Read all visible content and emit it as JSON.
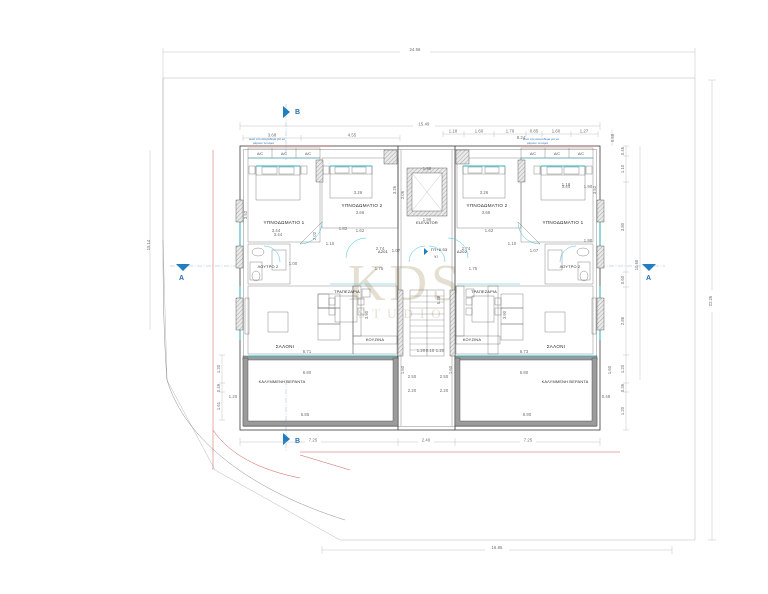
{
  "drawing": {
    "type": "architectural-floor-plan",
    "title_watermark": "KDS",
    "subtitle_watermark": "STUDIO",
    "units": "meters"
  },
  "section_markers": [
    {
      "label": "B",
      "position": "top"
    },
    {
      "label": "B",
      "position": "bottom"
    },
    {
      "label": "A",
      "position": "left"
    },
    {
      "label": "A",
      "position": "right"
    }
  ],
  "overall_dimensions": {
    "top_site": "24.56",
    "top_building": "15.49",
    "bottom_site": "16.85",
    "left_site": "15.14",
    "right_site": "22.26",
    "right_building": "10.60"
  },
  "dimension_chains": {
    "top_upper": [
      "1.18",
      "1.60",
      "1.76",
      "0.85",
      "1.60",
      "1.27"
    ],
    "top_sub": [
      "3.68",
      "4.55",
      "8.24"
    ],
    "top_right_edge": [
      "0.58"
    ],
    "bottom": [
      "7.25",
      "2.40",
      "7.25"
    ],
    "right_vertical": [
      "0.46",
      "1.10",
      "3.80",
      "0.60",
      "2.86",
      "1.20",
      "0.36",
      "1.20"
    ],
    "left_vertical": [
      "1.20",
      "0.49",
      "1.61"
    ],
    "inner_right": [
      "2.50",
      "2.20",
      "1.60"
    ],
    "inner_left": [
      "2.50",
      "2.20",
      "1.60"
    ]
  },
  "rooms_left_unit": [
    {
      "label": "ΥΠΝΟΔΩΜΑΤΙΟ 1",
      "dims": [
        "3.44",
        "3.52"
      ]
    },
    {
      "label": "ΥΠΝΟΔΩΜΑΤΙΟ 2",
      "dims": [
        "3.26",
        "3.66"
      ]
    },
    {
      "label": "ΛΟΥΤΡΟ 2",
      "dims": [
        "1.62"
      ]
    },
    {
      "label": "ΣΑΛΟΝΙ",
      "dims": [
        "6.71",
        "6.80"
      ]
    },
    {
      "label": "ΚΟΥΖΙΝΑ",
      "dims": [
        "3.90"
      ]
    },
    {
      "label": "ΤΡΑΠΕΖΑΡΙΑ",
      "dims": []
    },
    {
      "label": "ΚΑΛΥΜΜΕΝΗ ΒΕΡΑΝΤΑ",
      "dims": [
        "6.85"
      ]
    }
  ],
  "rooms_right_unit": [
    {
      "label": "ΥΠΝΟΔΩΜΑΤΙΟ 1",
      "dims": [
        "3.44",
        "3.52"
      ]
    },
    {
      "label": "ΥΠΝΟΔΩΜΑΤΙΟ 2",
      "dims": [
        "3.26",
        "3.66"
      ]
    },
    {
      "label": "ΛΟΥΤΡΟ 2",
      "dims": [
        "1.62"
      ]
    },
    {
      "label": "ΣΑΛΟΝΙ",
      "dims": [
        "6.73",
        "6.80"
      ]
    },
    {
      "label": "ΚΟΥΖΙΝΑ",
      "dims": [
        "3.90"
      ]
    },
    {
      "label": "ΤΡΑΠΕΖΑΡΙΑ",
      "dims": []
    },
    {
      "label": "ΚΑΛΥΜΜΕΝΗ ΒΕΡΑΝΤΑ",
      "dims": [
        "6.90"
      ]
    }
  ],
  "core": {
    "elevator_label": "ELEVATOR",
    "elevator_dims": [
      "1.90",
      "1.90",
      "2.06"
    ],
    "stair_level_note": "ΓΠ+6.53",
    "stair_level_sub": "Υ/",
    "stair_dims": [
      "1.20",
      "0.10",
      "1.20"
    ],
    "door_codes": [
      "Δ201",
      "Δ202"
    ]
  },
  "ac_labels": [
    "A/C",
    "A/C",
    "A/C",
    "A/C",
    "A/C",
    "A/C"
  ],
  "notes": [
    "κενό στο σκυρόδεμα για να",
    "φέρουν τα κιγκλ",
    "κενό στο σκυρόδεμα για να",
    "φέρουν τα κιγκλ"
  ],
  "small_dims": {
    "left_unit": [
      "1.10",
      "1.62",
      "1.00",
      "2.02",
      "1.82",
      "2.74",
      "1.75",
      "1.07",
      "2.50",
      "2.20",
      "2.35"
    ],
    "right_unit": [
      "1.10",
      "1.62",
      "1.00",
      "2.02",
      "1.82",
      "2.74",
      "1.75",
      "1.07",
      "2.50",
      "2.20",
      "2.35"
    ],
    "misc": [
      "1.18",
      "1.90",
      "1.90",
      "0.49",
      "1.20",
      "1.60",
      "2.65",
      "1.61",
      "3.52",
      "2.15",
      "3.26",
      "5.38"
    ]
  },
  "colors": {
    "wall": "#3a3a3a",
    "dimension": "#6b6b6b",
    "section_marker": "#1f6fb5",
    "window_cyan": "#22b5c9",
    "boundary_red": "#c6453f",
    "watermark": "#cfc6ad"
  }
}
